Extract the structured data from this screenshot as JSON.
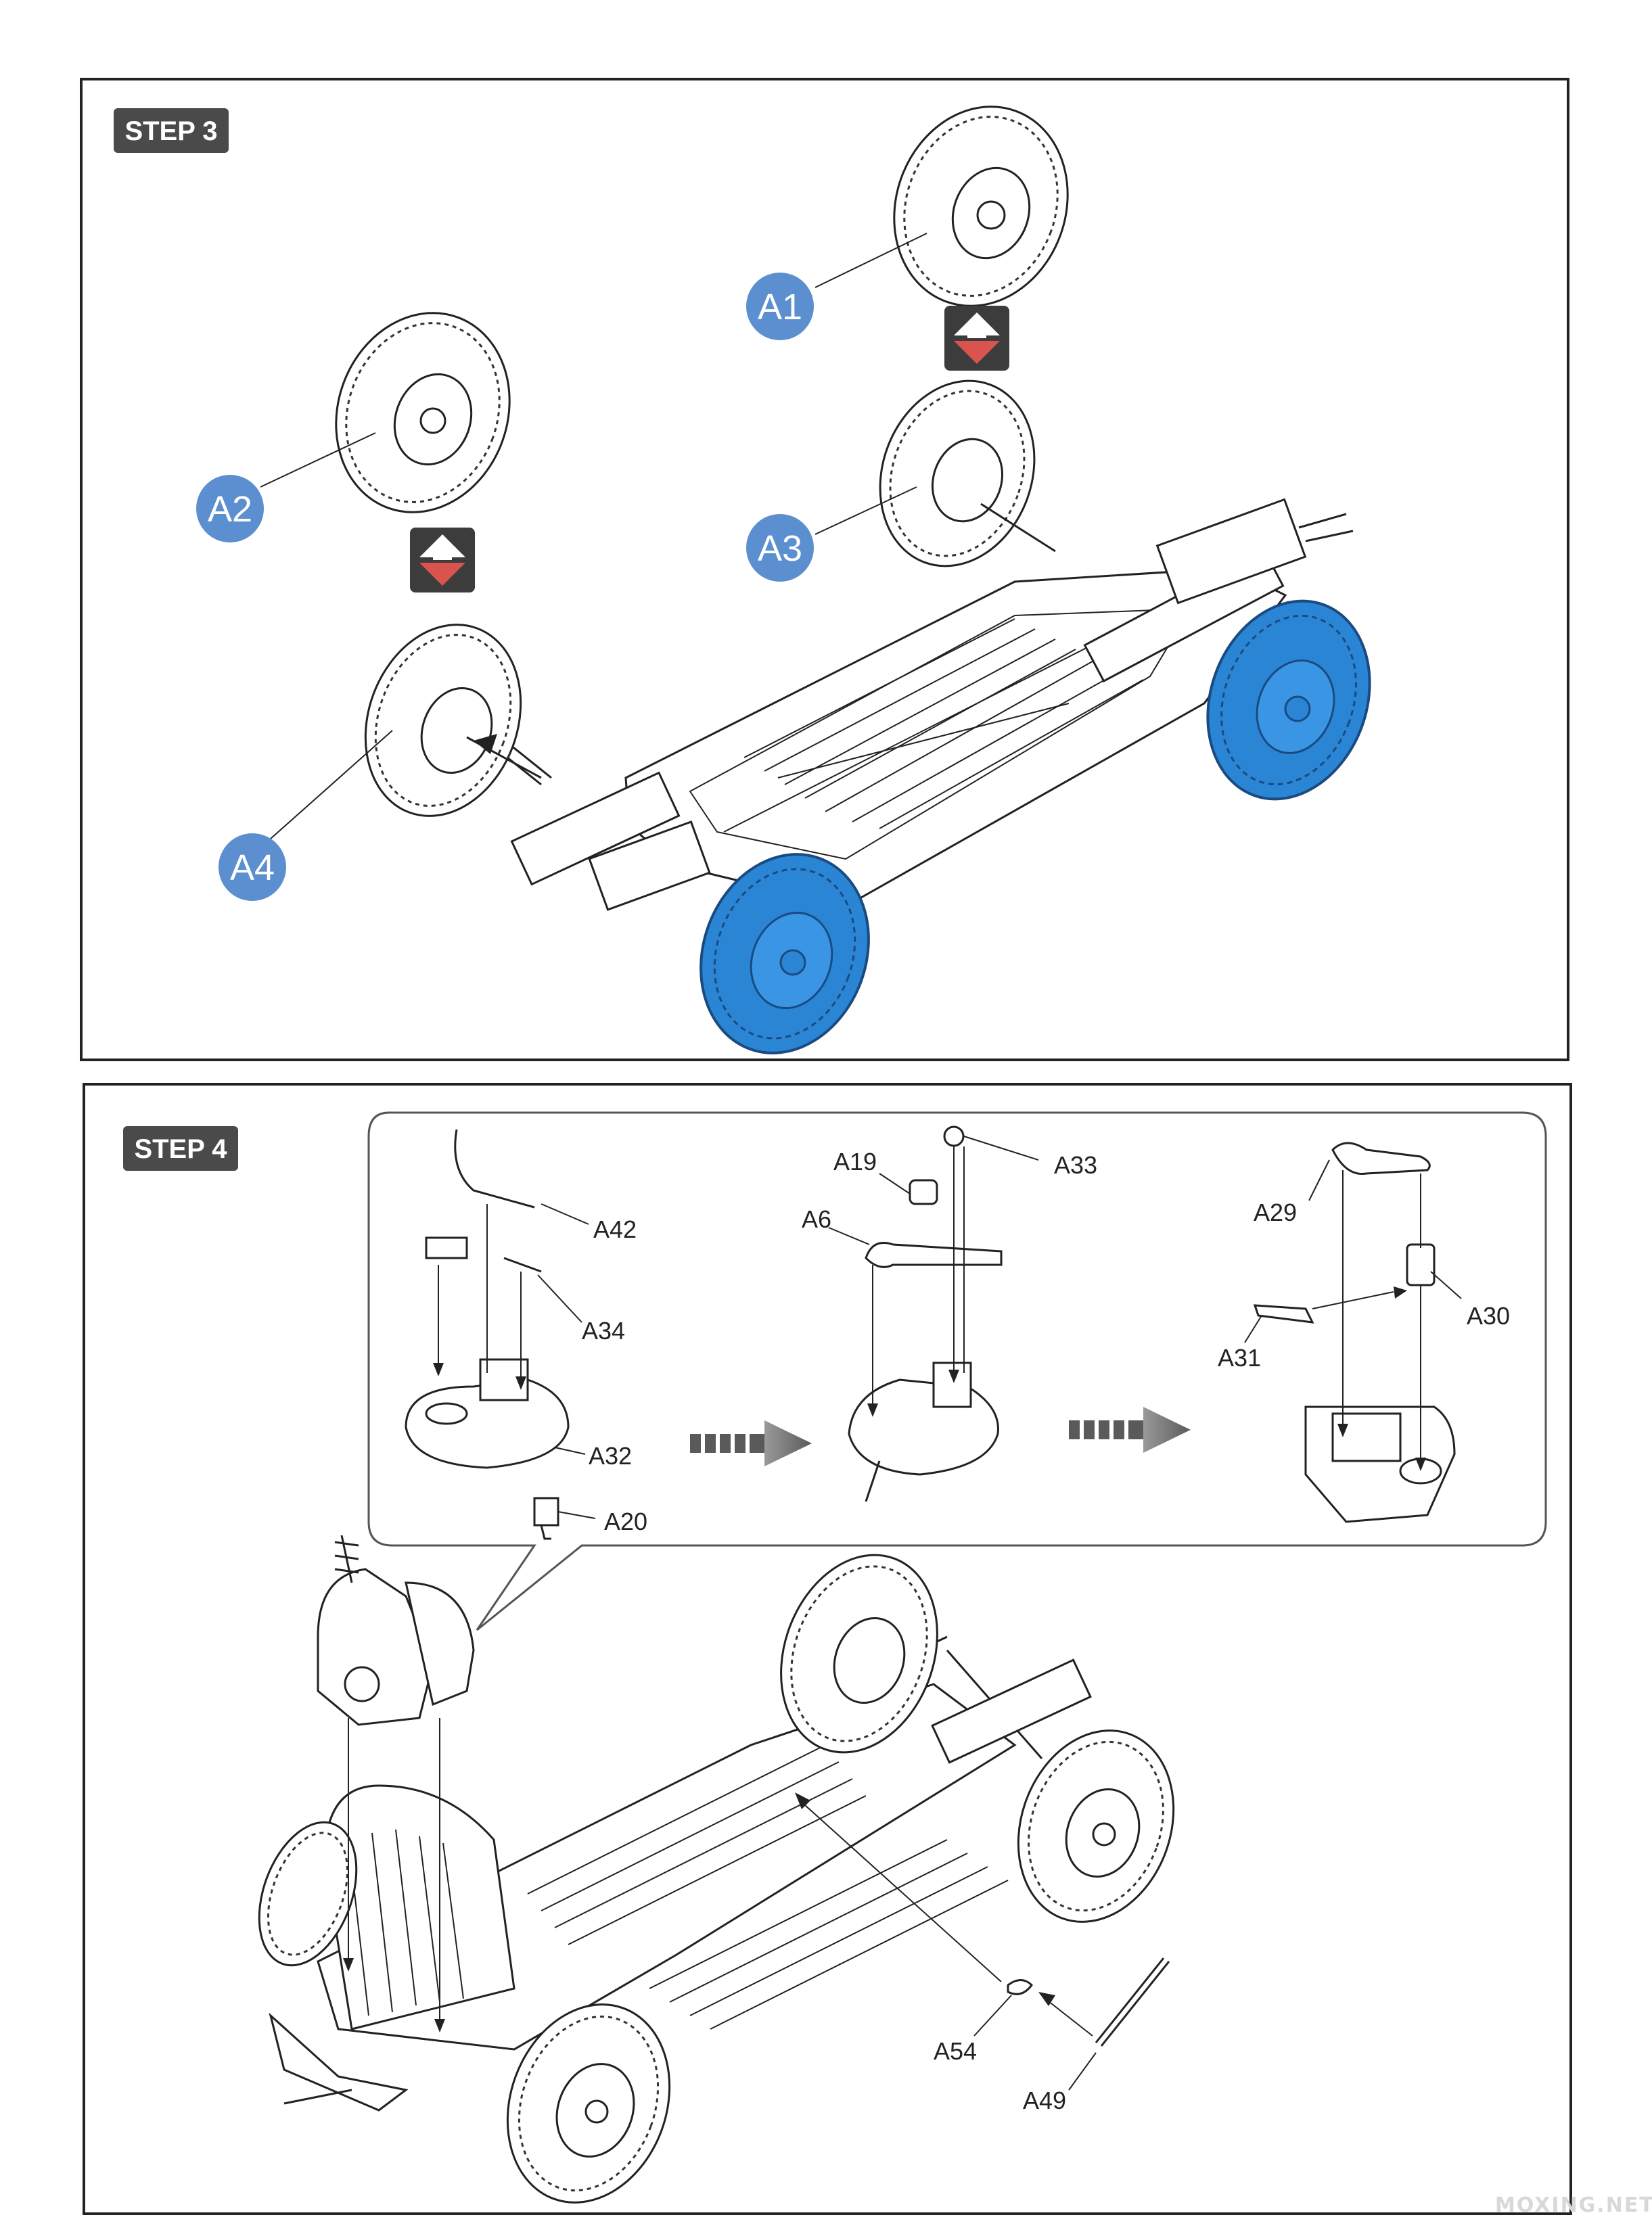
{
  "steps": [
    {
      "label": "STEP 3",
      "callouts": [
        "A1",
        "A2",
        "A3",
        "A4"
      ]
    },
    {
      "label": "STEP 4",
      "parts": [
        "A42",
        "A34",
        "A32",
        "A20",
        "A19",
        "A33",
        "A6",
        "A29",
        "A30",
        "A31",
        "A54",
        "A49"
      ]
    }
  ],
  "watermark": "MOXING.NET",
  "colors": {
    "callout_blue": "#5b8fd0",
    "wheel_highlight_blue": "#2a86d4",
    "step_badge": "#4a4a4a",
    "flip_arrow_red": "#d9534f",
    "sequence_arrow": "#6b6b6b"
  },
  "icons": [
    "flip-arrow-icon",
    "sequence-arrow-icon"
  ]
}
